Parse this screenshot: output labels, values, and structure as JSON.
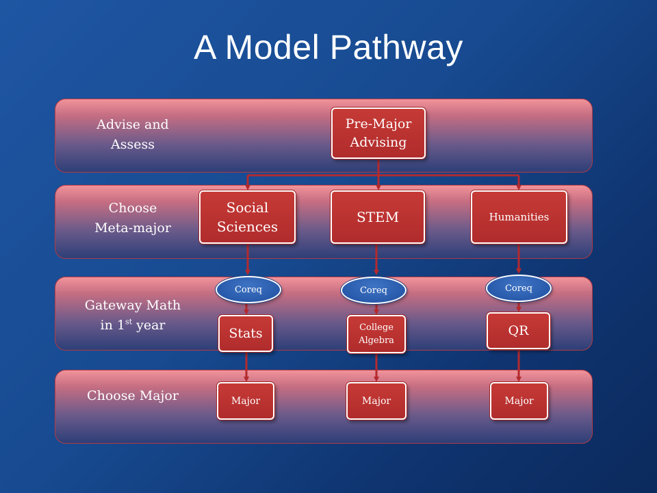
{
  "title": "A Model Pathway",
  "bands": [
    {
      "line1": "Advise and",
      "line2": "Assess"
    },
    {
      "line1": "Choose",
      "line2": "Meta-major"
    },
    {
      "line1": "Gateway Math",
      "line2_pre": "in 1",
      "line2_sup": "st",
      "line2_post": " year"
    },
    {
      "line1": "Choose Major"
    }
  ],
  "nodes": {
    "pre_major": {
      "line1": "Pre-Major",
      "line2": "Advising"
    },
    "social_sciences": {
      "line1": "Social",
      "line2": "Sciences"
    },
    "stem": "STEM",
    "humanities": "Humanities",
    "coreq": "Coreq",
    "stats": "Stats",
    "college_algebra": {
      "line1": "College",
      "line2": "Algebra"
    },
    "qr": "QR",
    "major": "Major"
  },
  "colors": {
    "box": "#b8302f",
    "coreq": "#2a5caf",
    "connector": "#b32a2e"
  }
}
